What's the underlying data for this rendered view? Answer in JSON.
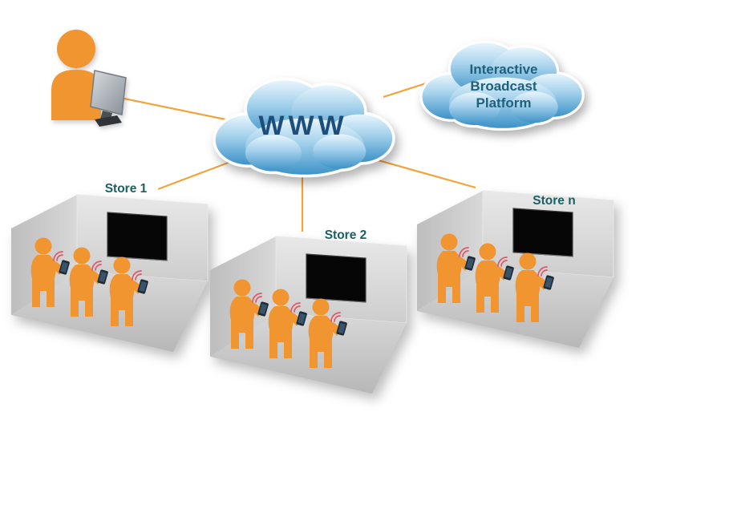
{
  "diagram": {
    "www": {
      "label": "WWW"
    },
    "platform": {
      "lines": [
        "Interactive",
        "Broadcast",
        "Platform"
      ]
    },
    "stores": [
      {
        "label": "Store 1"
      },
      {
        "label": "Store 2"
      },
      {
        "label": "Store n"
      }
    ]
  },
  "colors": {
    "connection_line": "#f2a33c",
    "person_orange": "#f0952f",
    "cloud_blue_top": "#e8f5fc",
    "cloud_blue_bottom": "#3d92c8",
    "www_text": "#1d4e7a",
    "platform_text": "#1f607d",
    "store_label_text": "#1b5f63",
    "phone_dark": "#1c2b3a",
    "wifi_signal": "#e15668",
    "tv_screen": "#060606",
    "room_wall": "#d9d9d9"
  }
}
